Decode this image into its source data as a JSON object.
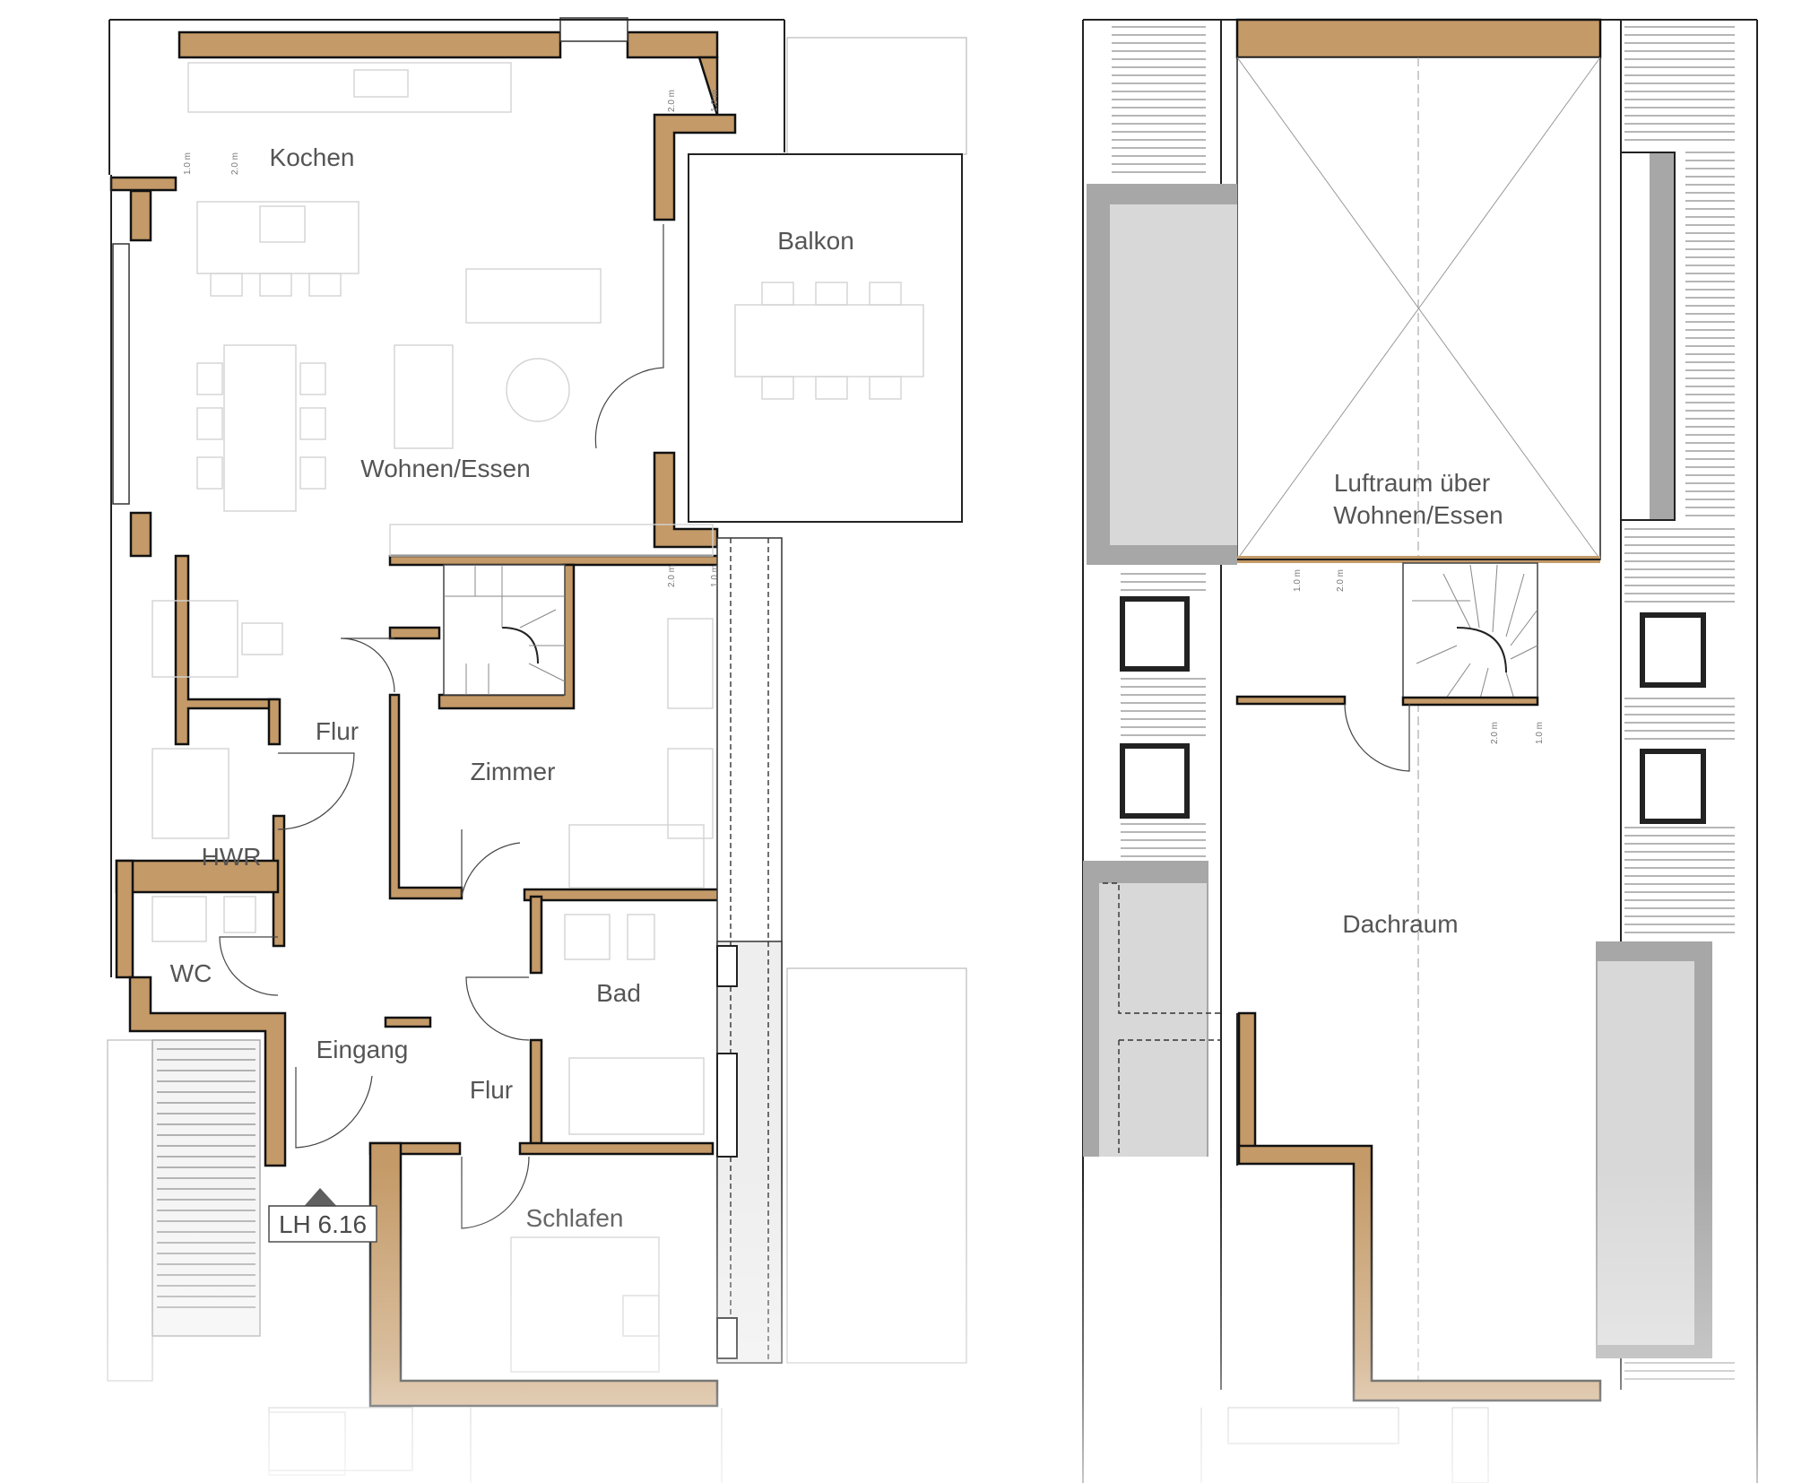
{
  "floor_plan": {
    "left_plan": {
      "rooms": {
        "kochen": "Kochen",
        "balkon": "Balkon",
        "wohnen_essen": "Wohnen/Essen",
        "flur_upper": "Flur",
        "zimmer": "Zimmer",
        "hwr": "HWR",
        "wc": "WC",
        "bad": "Bad",
        "eingang": "Eingang",
        "flur_lower": "Flur",
        "schlafen": "Schlafen"
      },
      "entrance_marker": "LH 6.16",
      "dimension_labels": {
        "d1": "1.0 m",
        "d2": "2.0 m",
        "d3": "2.0 m",
        "d4": "1.0 m",
        "d5": "2.0 m",
        "d6": "1.0 m"
      }
    },
    "right_plan": {
      "rooms": {
        "luftraum_line1": "Luftraum über",
        "luftraum_line2": "Wohnen/Essen",
        "dachraum": "Dachraum"
      },
      "dimension_labels": {
        "d1": "1.0 m",
        "d2": "2.0 m",
        "d3": "2.0 m",
        "d4": "1.0 m"
      }
    },
    "colors": {
      "wall": "#c49a68",
      "outline": "#111111",
      "roof_window_well": "#a7a7a7",
      "roof_window_glass": "#d8d8d8"
    }
  }
}
